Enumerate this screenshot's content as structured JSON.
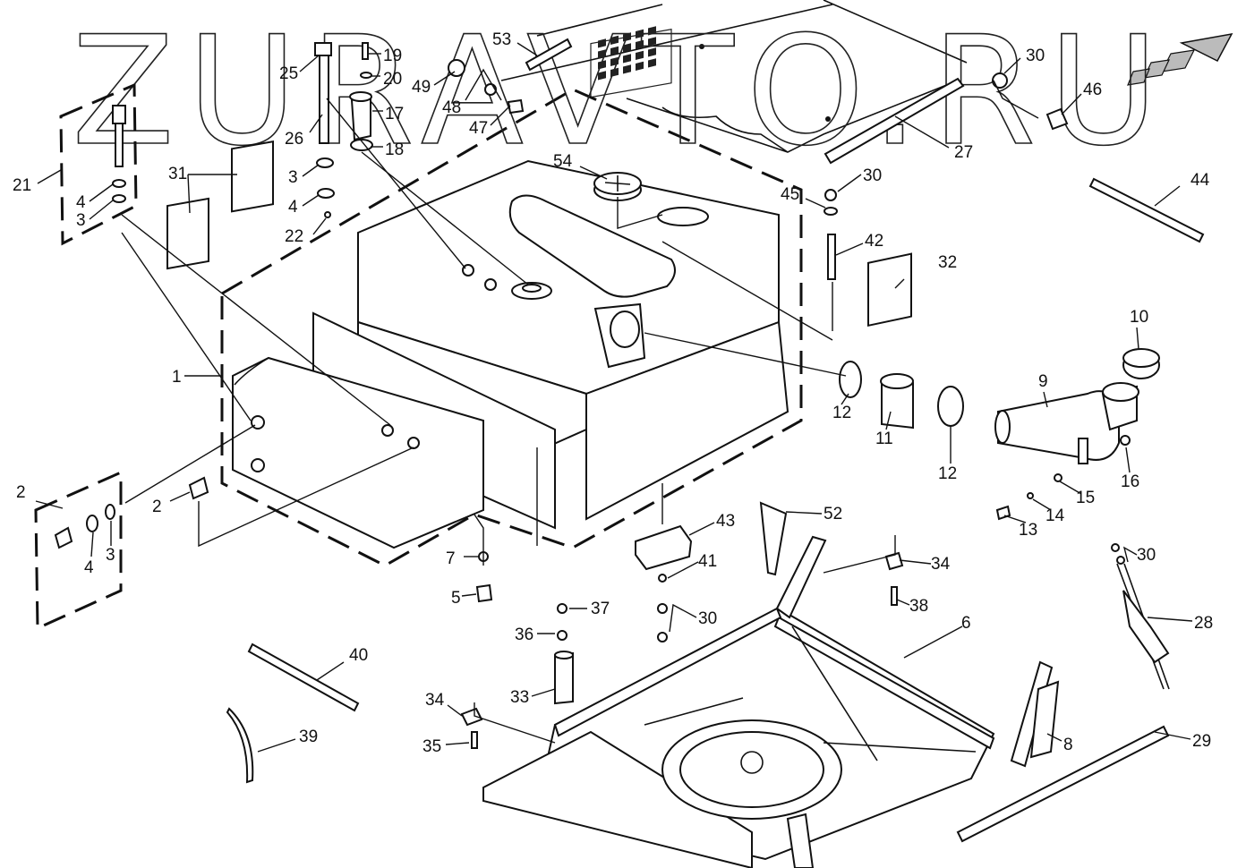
{
  "watermark": "ZURAVTO.RU",
  "callouts": [
    "1",
    "2",
    "2",
    "3",
    "3",
    "3",
    "4",
    "4",
    "4",
    "5",
    "6",
    "7",
    "8",
    "9",
    "10",
    "11",
    "12",
    "12",
    "13",
    "14",
    "15",
    "16",
    "17",
    "18",
    "19",
    "20",
    "21",
    "22",
    "25",
    "26",
    "27",
    "28",
    "29",
    "30",
    "30",
    "30",
    "30",
    "30",
    "31",
    "32",
    "33",
    "34",
    "34",
    "35",
    "36",
    "37",
    "38",
    "39",
    "40",
    "41",
    "42",
    "43",
    "44",
    "45",
    "46",
    "47",
    "48",
    "49",
    "52",
    "53",
    "54"
  ]
}
